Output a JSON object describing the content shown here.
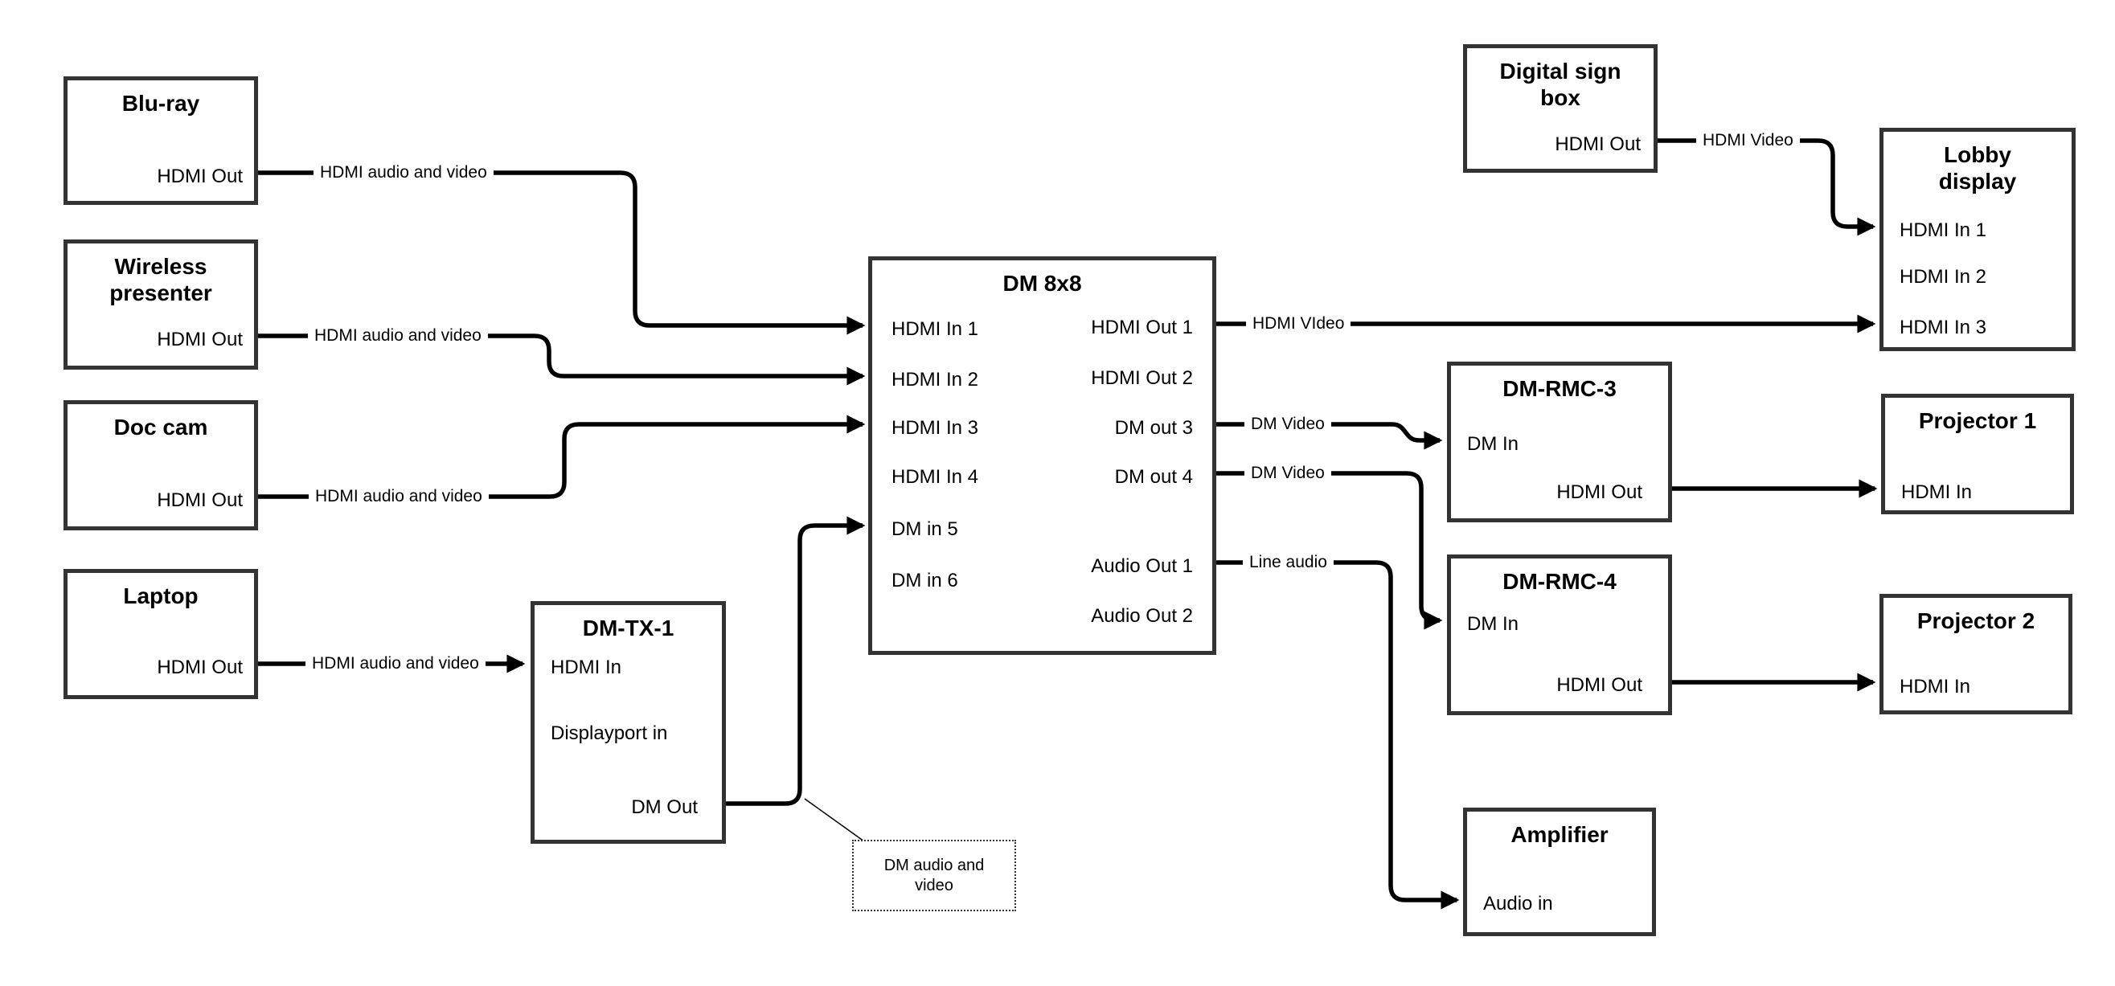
{
  "colors": {
    "background": "#ffffff",
    "box_border": "#333333",
    "line": "#000000",
    "text": "#000000"
  },
  "nodes": {
    "bluray": {
      "title": "Blu-ray",
      "ports": {
        "hdmi_out": "HDMI Out"
      }
    },
    "wireless_presenter": {
      "title": "Wireless\npresenter",
      "ports": {
        "hdmi_out": "HDMI Out"
      }
    },
    "doc_cam": {
      "title": "Doc cam",
      "ports": {
        "hdmi_out": "HDMI Out"
      }
    },
    "laptop": {
      "title": "Laptop",
      "ports": {
        "hdmi_out": "HDMI Out"
      }
    },
    "dm_tx_1": {
      "title": "DM-TX-1",
      "ports": {
        "hdmi_in": "HDMI In",
        "displayport_in": "Displayport in",
        "dm_out": "DM Out"
      }
    },
    "dm_8x8": {
      "title": "DM 8x8",
      "ports": {
        "hdmi_in_1": "HDMI In 1",
        "hdmi_in_2": "HDMI In 2",
        "hdmi_in_3": "HDMI In 3",
        "hdmi_in_4": "HDMI In 4",
        "dm_in_5": "DM in 5",
        "dm_in_6": "DM in 6",
        "hdmi_out_1": "HDMI Out 1",
        "hdmi_out_2": "HDMI Out 2",
        "dm_out_3": "DM out 3",
        "dm_out_4": "DM out 4",
        "audio_out_1": "Audio Out 1",
        "audio_out_2": "Audio Out 2"
      }
    },
    "digital_sign_box": {
      "title": "Digital sign\nbox",
      "ports": {
        "hdmi_out": "HDMI Out"
      }
    },
    "lobby_display": {
      "title": "Lobby\ndisplay",
      "ports": {
        "hdmi_in_1": "HDMI In 1",
        "hdmi_in_2": "HDMI In 2",
        "hdmi_in_3": "HDMI In 3"
      }
    },
    "dm_rmc_3": {
      "title": "DM-RMC-3",
      "ports": {
        "dm_in": "DM In",
        "hdmi_out": "HDMI Out"
      }
    },
    "dm_rmc_4": {
      "title": "DM-RMC-4",
      "ports": {
        "dm_in": "DM In",
        "hdmi_out": "HDMI Out"
      }
    },
    "amplifier": {
      "title": "Amplifier",
      "ports": {
        "audio_in": "Audio in"
      }
    },
    "projector_1": {
      "title": "Projector 1",
      "ports": {
        "hdmi_in": "HDMI In"
      }
    },
    "projector_2": {
      "title": "Projector 2",
      "ports": {
        "hdmi_in": "HDMI In"
      }
    }
  },
  "edges": {
    "bluray_to_dm8x8": "HDMI audio and video",
    "wireless_to_dm8x8": "HDMI audio and video",
    "doccam_to_dm8x8": "HDMI audio and video",
    "laptop_to_dmtx1": "HDMI audio and video",
    "dm8x8_out1_to_lobby": "HDMI VIdeo",
    "dm8x8_out3_to_rmc3": "DM Video",
    "dm8x8_out4_to_rmc4": "DM Video",
    "dm8x8_audio1_to_amp": "Line audio",
    "signbox_to_lobby": "HDMI Video"
  },
  "note": {
    "text": "DM audio and\nvideo"
  }
}
